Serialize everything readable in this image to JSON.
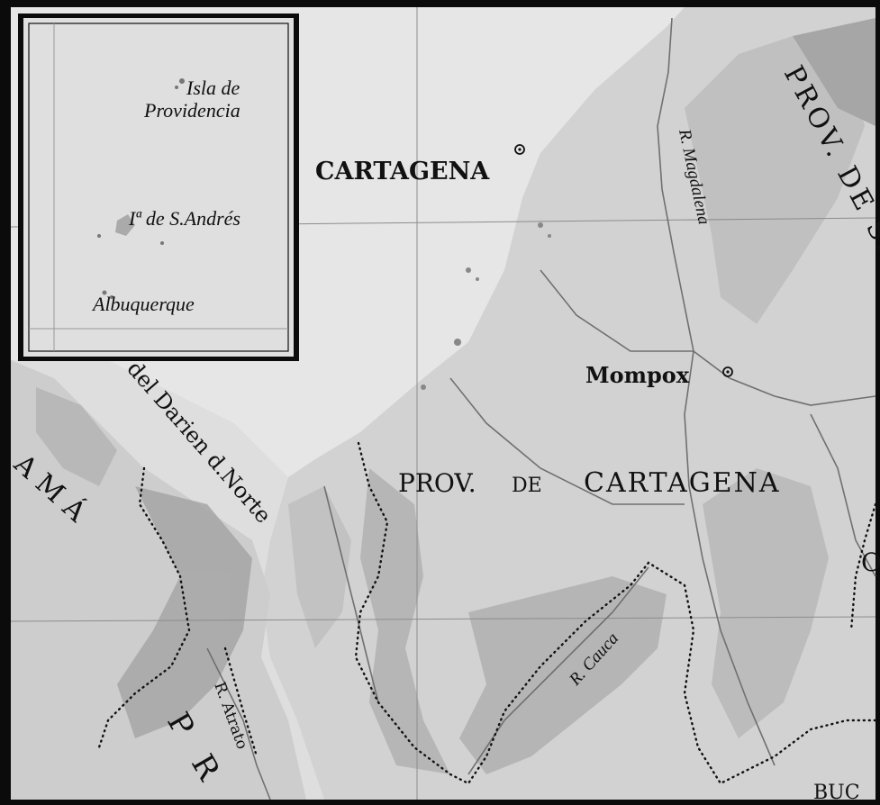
{
  "map": {
    "colors": {
      "paper": "#dcdcdc",
      "sea": "#e4e4e4",
      "land": "#cfcfcf",
      "relief": "#a9a9a9",
      "river": "#6e6e6e",
      "border": "#111111",
      "ink": "#111111"
    },
    "labels": {
      "cartagena": "CARTAGENA",
      "mompox": "Mompox",
      "prov_cartagena_1": "PROV.",
      "prov_cartagena_2": "DE",
      "prov_cartagena_3": "CARTAGENA",
      "prov_santa_marta": "PROV. DE SANTA",
      "darien": "del Darien d.Norte",
      "panama": "AMÁ",
      "river_magdalena": "R. Magdalena",
      "river_cauca": "R. Cauca",
      "river_atrato": "R. Atrato",
      "pr_mark": "P R",
      "letter_o": "O",
      "buc": "BUC"
    },
    "inset": {
      "isla_providencia_1": "Isla de",
      "isla_providencia_2": "Providencia",
      "san_andres": "Iª de S.Andrés",
      "albuquerque": "Albuquerque"
    }
  }
}
